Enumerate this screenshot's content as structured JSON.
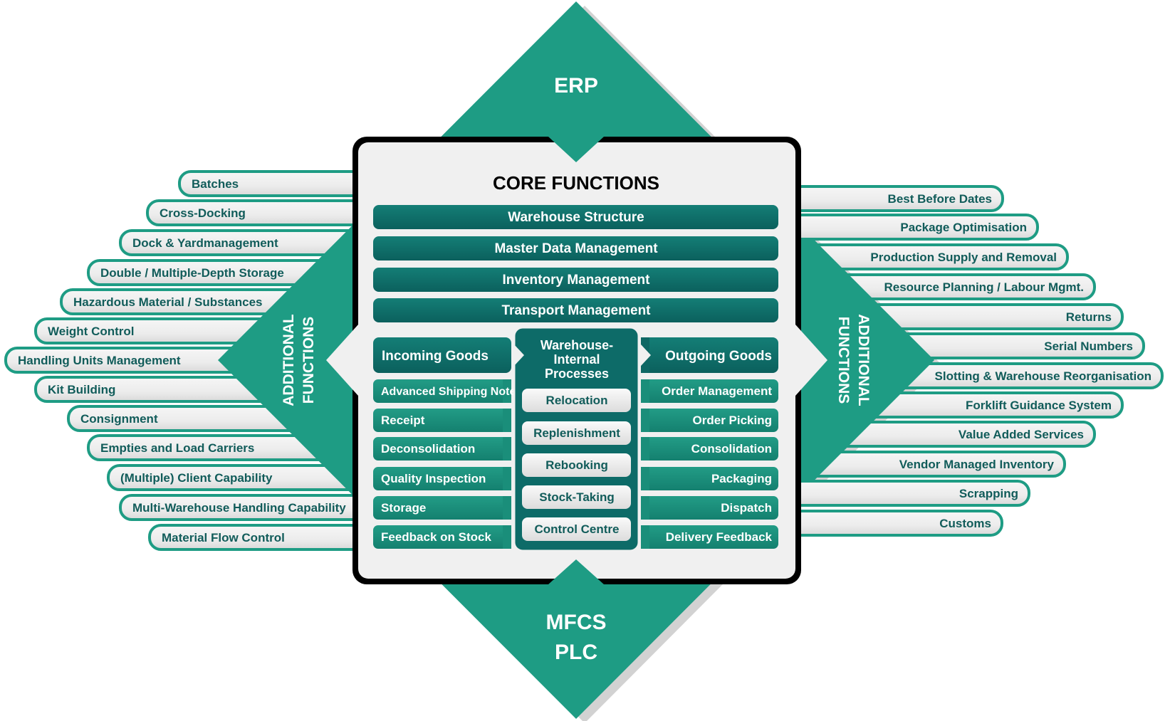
{
  "colors": {
    "teal": "#1e9c84",
    "teal_dark": "#0d6b68",
    "teal_bar_top": "#1a8e7e",
    "pill_fill": "#eeeeee",
    "box_fill": "#f0f0f0",
    "box_border": "#000000",
    "text_dark_teal": "#115c5a"
  },
  "diamond": {
    "top_label": "ERP",
    "bottom_label_line1": "MFCS",
    "bottom_label_line2": "PLC",
    "left_label_line1": "ADDITIONAL",
    "left_label_line2": "FUNCTIONS",
    "right_label_line1": "ADDITIONAL",
    "right_label_line2": "FUNCTIONS"
  },
  "core": {
    "title": "CORE FUNCTIONS",
    "bars": [
      "Warehouse Structure",
      "Master Data Management",
      "Inventory Management",
      "Transport Management"
    ]
  },
  "incoming": {
    "header": "Incoming Goods",
    "items": [
      "Advanced Shipping Note",
      "Receipt",
      "Deconsolidation",
      "Quality Inspection",
      "Storage",
      "Feedback on Stock"
    ]
  },
  "internal": {
    "header_line1": "Warehouse-",
    "header_line2": "Internal",
    "header_line3": "Processes",
    "items": [
      "Relocation",
      "Replenishment",
      "Rebooking",
      "Stock-Taking",
      "Control Centre"
    ]
  },
  "outgoing": {
    "header": "Outgoing Goods",
    "items": [
      "Order Management",
      "Order Picking",
      "Consolidation",
      "Packaging",
      "Dispatch",
      "Delivery Feedback"
    ]
  },
  "additional_left": [
    "Batches",
    "Cross-Docking",
    "Dock & Yardmanagement",
    "Double / Multiple-Depth Storage",
    "Hazardous Material / Substances",
    "Weight Control",
    "Handling Units Management",
    "Kit Building",
    "Consignment",
    "Empties and Load Carriers",
    "(Multiple) Client Capability",
    "Multi-Warehouse Handling Capability",
    "Material Flow Control"
  ],
  "additional_right": [
    "Best Before Dates",
    "Package Optimisation",
    "Production Supply and Removal",
    "Resource Planning / Labour Mgmt.",
    "Returns",
    "Serial Numbers",
    "Slotting & Warehouse Reorganisation",
    "Forklift Guidance System",
    "Value Added Services",
    "Vendor Managed Inventory",
    "Scrapping",
    "Customs"
  ]
}
